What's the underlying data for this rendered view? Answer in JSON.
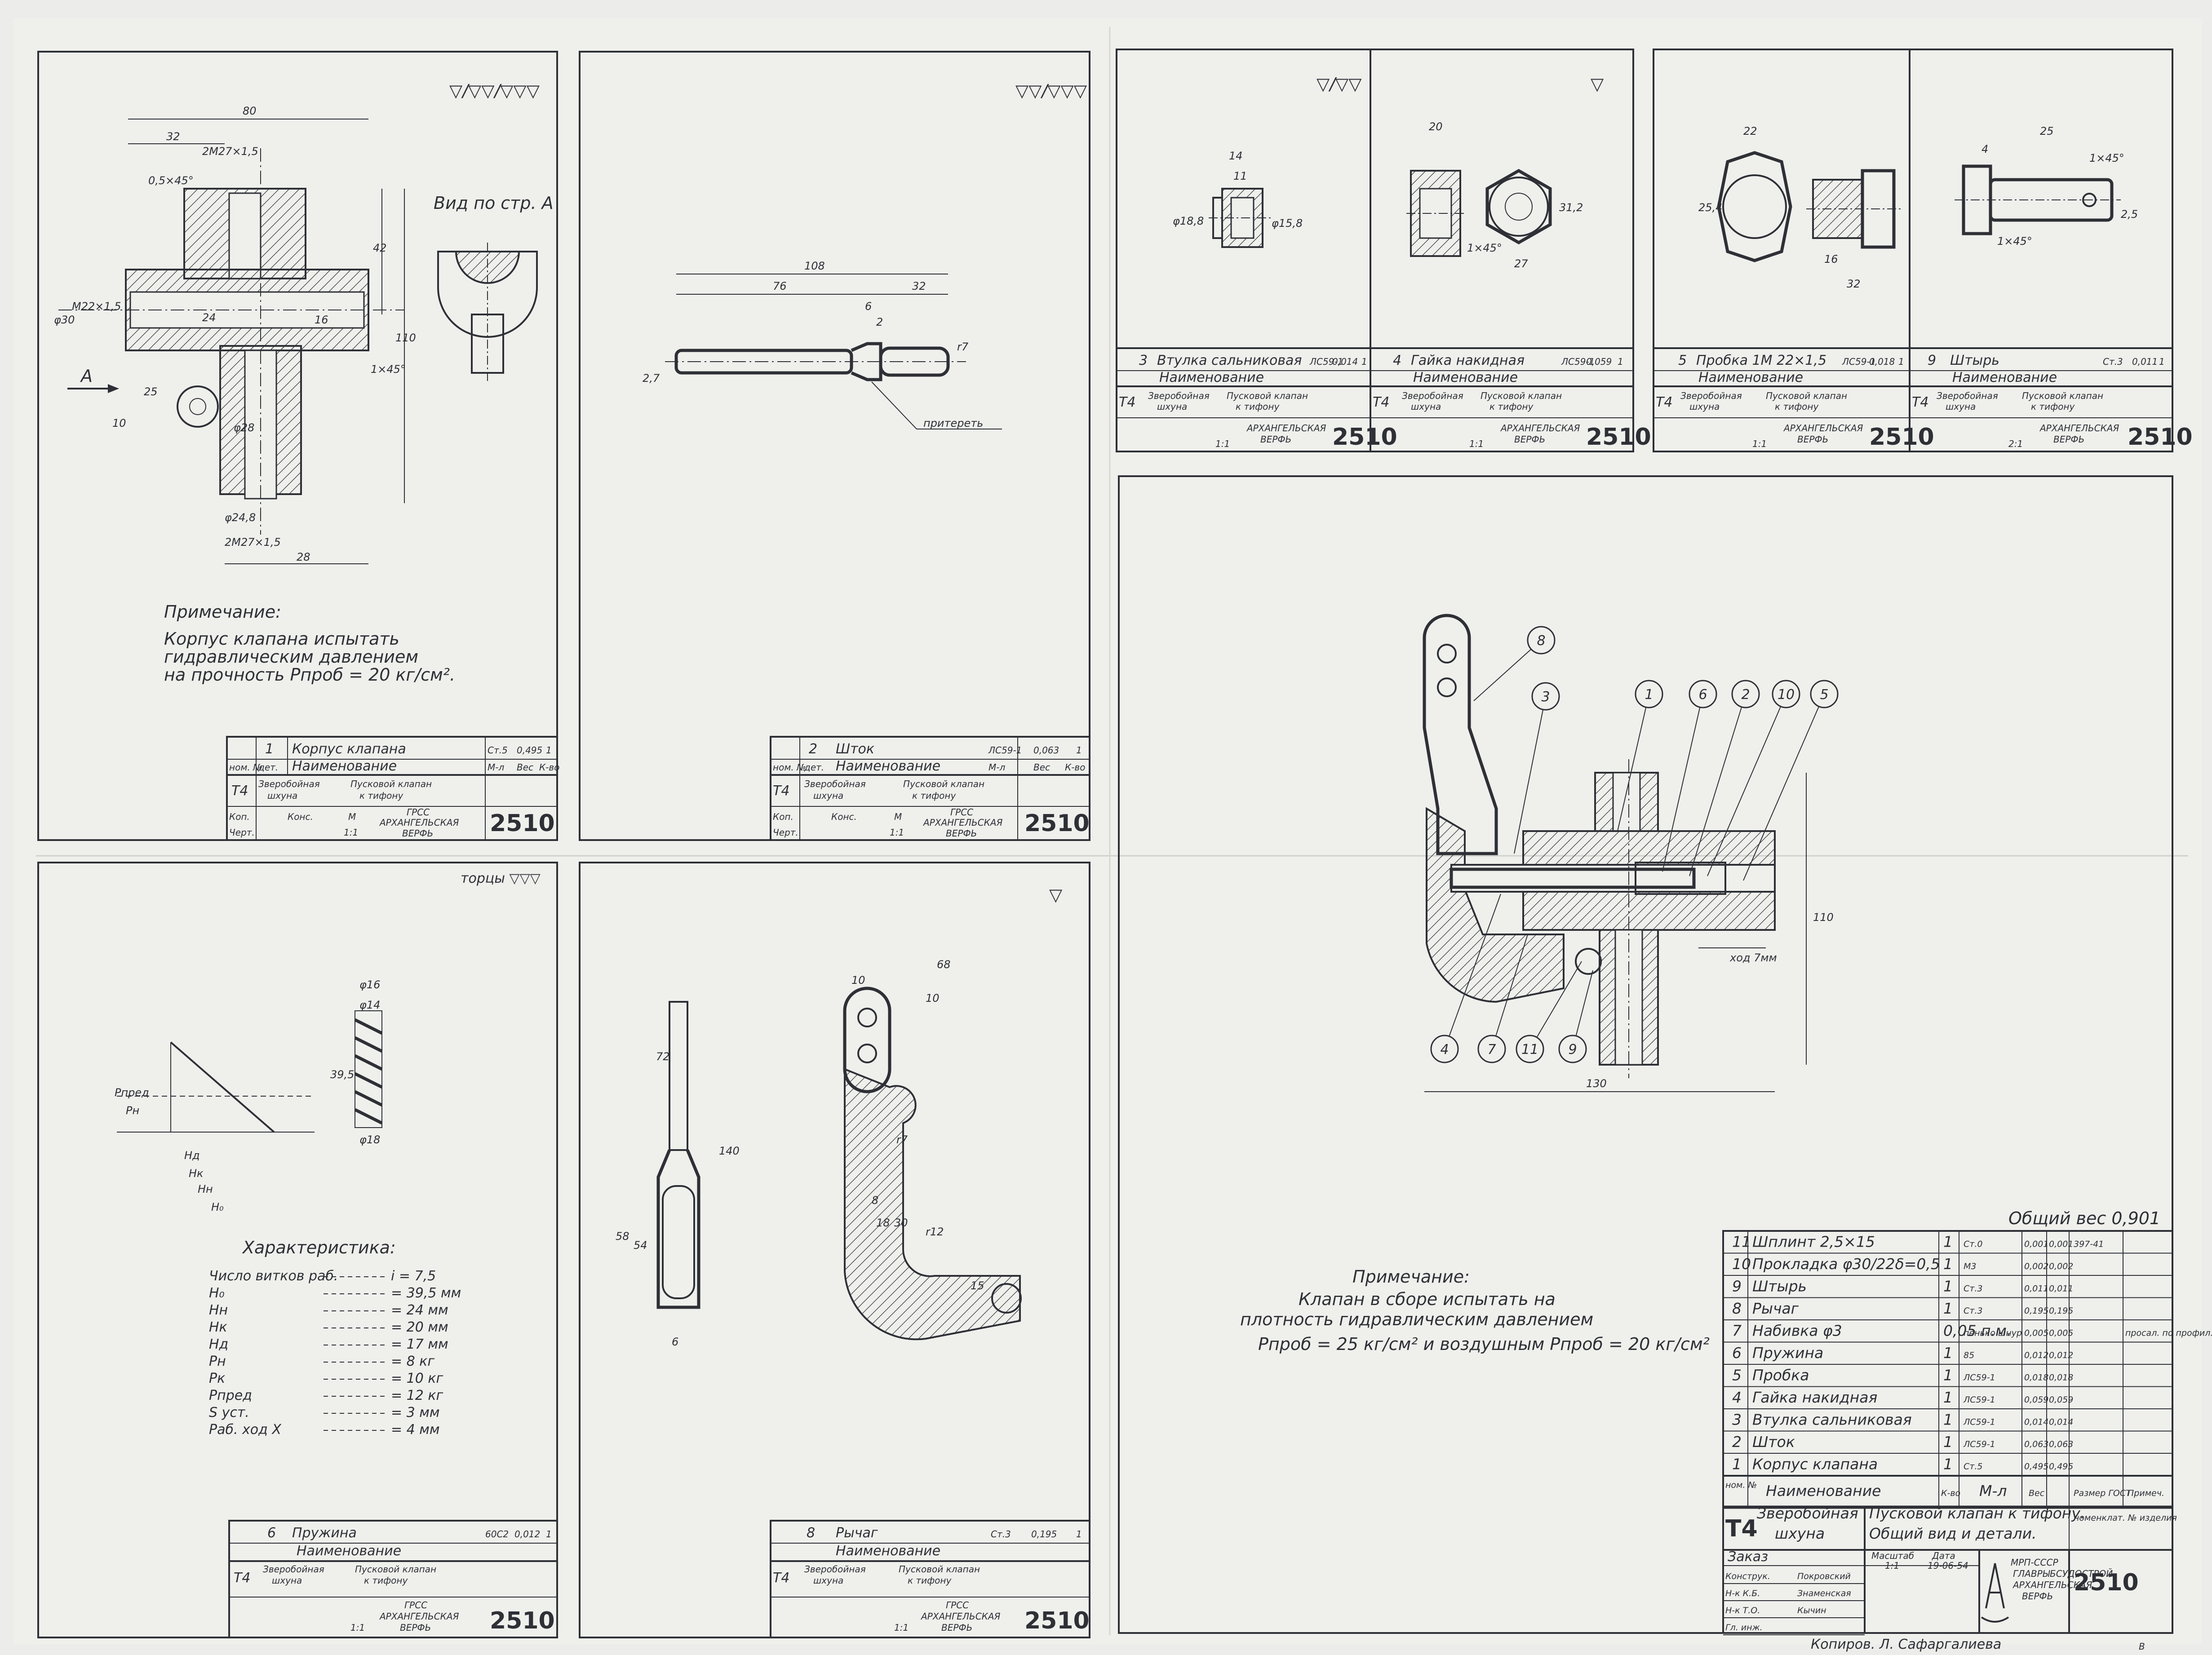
{
  "sheet_number": "2510",
  "total_weight": "Общий вес 0,901",
  "copy_note": "Копиров. Л. Сафаргалиева",
  "corner_stamp": "В",
  "common": {
    "org_line1": "ГРСС",
    "org_line2": "АРХАНГЕЛЬСКАЯ",
    "org_line3": "ВЕРФЬ",
    "vessel_code": "Т4",
    "vessel_1": "Зверобойная",
    "vessel_2": "шхуна",
    "product_1": "Пусковой клапан",
    "product_2": "к тифону",
    "h_num": "ном. №",
    "h_det": "дет.",
    "h_name": "Наименование",
    "h_mat": "М-л",
    "h_weight": "Вес",
    "h_qty": "К-во",
    "r_kop": "Коп.",
    "r_cher": "Черт.",
    "r_kons": "Конс.",
    "r_nk": "Н-к",
    "r_kb": "К.Б.",
    "r_m": "М",
    "scale_11": "1:1",
    "scale_21": "2:1"
  },
  "parts": {
    "p1": {
      "num": "1",
      "name": "Корпус клапана",
      "mat": "Ст.5",
      "weight": "0,495",
      "qty": "1",
      "view_label": "Вид по стр. А",
      "arrow_label": "А",
      "roughness": "▽/▽▽/▽▽▽",
      "note_title": "Примечание:",
      "note_1": "Корпус клапана испытать",
      "note_2": "гидравлическим давлением",
      "note_3": "на прочность  Рпроб = 20 кг/см²."
    },
    "p2": {
      "num": "2",
      "name": "Шток",
      "mat": "ЛС59-1",
      "weight": "0,063",
      "qty": "1",
      "roughness": "▽▽/▽▽▽",
      "polish_label": "притереть"
    },
    "p3": {
      "num": "3",
      "name": "Втулка сальниковая",
      "mat": "ЛС59-1",
      "weight": "0,014",
      "qty": "1",
      "roughness": "▽/▽▽"
    },
    "p4": {
      "num": "4",
      "name": "Гайка накидная",
      "mat": "ЛС59-1",
      "weight": "0,059",
      "qty": "1",
      "roughness": "▽"
    },
    "p5": {
      "num": "5",
      "name": "Пробка 1М 22×1,5",
      "mat": "ЛС59-1",
      "weight": "0,018",
      "qty": "1"
    },
    "p9": {
      "num": "9",
      "name": "Штырь",
      "mat": "Ст.3",
      "weight": "0,011",
      "qty": "1"
    },
    "p6": {
      "num": "6",
      "name": "Пружина",
      "mat": "60С2",
      "weight": "0,012",
      "qty": "1",
      "roughness": "торцы ▽▽▽",
      "char_title": "Характеристика:",
      "char": [
        {
          "k": "Число витков раб.",
          "v": "i = 7,5"
        },
        {
          "k": "H₀",
          "v": "= 39,5 мм"
        },
        {
          "k": "Hн",
          "v": "= 24 мм"
        },
        {
          "k": "Hк",
          "v": "= 20 мм"
        },
        {
          "k": "Hд",
          "v": "= 17 мм"
        },
        {
          "k": "Pн",
          "v": "= 8 кг"
        },
        {
          "k": "Pк",
          "v": "= 10 кг"
        },
        {
          "k": "Рпред",
          "v": "= 12 кг"
        },
        {
          "k": "S уст.",
          "v": "= 3 мм"
        },
        {
          "k": "Раб. ход X",
          "v": "= 4 мм"
        }
      ]
    },
    "p8": {
      "num": "8",
      "name": "Рычаг",
      "mat": "Ст.3",
      "weight": "0,195",
      "qty": "1",
      "roughness": "▽"
    }
  },
  "assembly": {
    "dim_height": "110",
    "dim_width": "130",
    "stroke_label": "ход 7мм",
    "callouts": [
      "8",
      "3",
      "1",
      "6",
      "2",
      "10",
      "5",
      "4",
      "7",
      "11",
      "9"
    ],
    "note_title": "Примечание:",
    "note_1": "Клапан в сборе испытать на",
    "note_2": "плотность гидравлическим давлением",
    "note_3": "Рпроб = 25 кг/см²  и  воздушным  Рпроб = 20 кг/см²"
  },
  "bom": {
    "headers": {
      "num": "ном. №",
      "name": "Наименование",
      "qty": "К-во",
      "mat": "М-л",
      "weight": "Вес",
      "gost": "Размер ГОСТ",
      "note": "Примеч."
    },
    "rows": [
      {
        "pos": "11",
        "name": "Шплинт 2,5×15",
        "qty": "1",
        "mat": "Ст.0",
        "w1": "0,001",
        "w2": "0,001",
        "gost": "397-41",
        "note": ""
      },
      {
        "pos": "10",
        "name": "Прокладка φ30/22δ=0,5",
        "qty": "1",
        "mat": "М3",
        "w1": "0,002",
        "w2": "0,002",
        "gost": "",
        "note": ""
      },
      {
        "pos": "9",
        "name": "Штырь",
        "qty": "1",
        "mat": "Ст.3",
        "w1": "0,011",
        "w2": "0,011",
        "gost": "",
        "note": ""
      },
      {
        "pos": "8",
        "name": "Рычаг",
        "qty": "1",
        "mat": "Ст.3",
        "w1": "0,195",
        "w2": "0,195",
        "gost": "",
        "note": ""
      },
      {
        "pos": "7",
        "name": "Набивка φ3",
        "qty": "0,05 п.м.",
        "mat": "пенько шнур",
        "w1": "0,005",
        "w2": "0,005",
        "gost": "",
        "note": "просал. по профил."
      },
      {
        "pos": "6",
        "name": "Пружина",
        "qty": "1",
        "mat": "85",
        "w1": "0,012",
        "w2": "0,012",
        "gost": "",
        "note": ""
      },
      {
        "pos": "5",
        "name": "Пробка",
        "qty": "1",
        "mat": "ЛС59-1",
        "w1": "0,018",
        "w2": "0,018",
        "gost": "",
        "note": ""
      },
      {
        "pos": "4",
        "name": "Гайка накидная",
        "qty": "1",
        "mat": "ЛС59-1",
        "w1": "0,059",
        "w2": "0,059",
        "gost": "",
        "note": ""
      },
      {
        "pos": "3",
        "name": "Втулка сальниковая",
        "qty": "1",
        "mat": "ЛС59-1",
        "w1": "0,014",
        "w2": "0,014",
        "gost": "",
        "note": ""
      },
      {
        "pos": "2",
        "name": "Шток",
        "qty": "1",
        "mat": "ЛС59-1",
        "w1": "0,063",
        "w2": "0,063",
        "gost": "",
        "note": ""
      },
      {
        "pos": "1",
        "name": "Корпус клапана",
        "qty": "1",
        "mat": "Ст.5",
        "w1": "0,495",
        "w2": "0,495",
        "gost": "",
        "note": ""
      }
    ],
    "title_1": "Пусковой клапан к тифону.",
    "title_2": "Общий вид и детали.",
    "nomencl": "номенклат. № изделия",
    "order": "Заказ",
    "scale_label": "Масштаб",
    "scale": "1:1",
    "date_label": "Дата",
    "date": "19-06-54",
    "roles": [
      "Конструк.",
      "Н-к К.Б.",
      "Н-к Т.О.",
      "Гл. инж."
    ],
    "signatures": [
      "Покровский",
      "Знаменская",
      "Кычин",
      ""
    ],
    "ministry_1": "МРП-СССР",
    "ministry_2": "ГЛАВРЫБСУДОСТРОЙ",
    "ministry_3": "АРХАНГЕЛЬСКАЯ",
    "ministry_4": "ВЕРФЬ"
  }
}
